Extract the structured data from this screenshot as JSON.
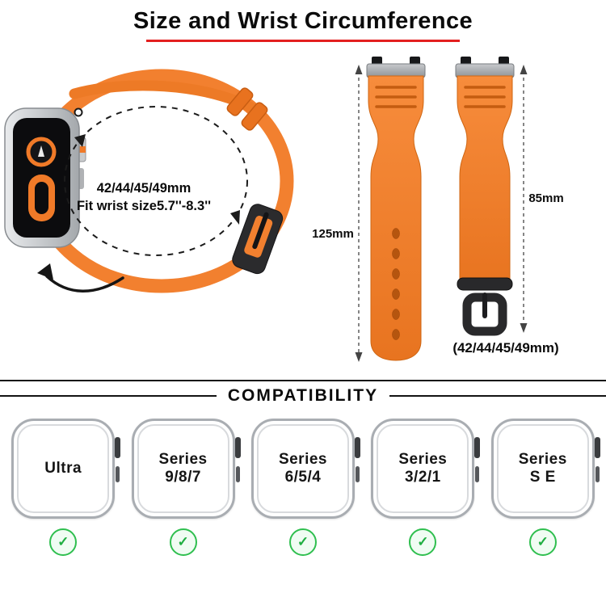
{
  "title": {
    "text": "Size and Wrist Circumference"
  },
  "size_diagram": {
    "wrist_line1": "42/44/45/49mm",
    "wrist_line2": "Fit wrist size5.7''-8.3''",
    "long_strap_length": "125mm",
    "short_strap_length": "85mm",
    "size_caption": "(42/44/45/49mm)"
  },
  "compatibility": {
    "heading": "COMPATIBILITY",
    "check_glyph": "✓",
    "models": [
      {
        "line1": "Ultra",
        "line2": ""
      },
      {
        "line1": "Series",
        "line2": "9/8/7"
      },
      {
        "line1": "Series",
        "line2": "6/5/4"
      },
      {
        "line1": "Series",
        "line2": "3/2/1"
      },
      {
        "line1": "Series",
        "line2": "S E"
      }
    ]
  },
  "colors": {
    "band_orange": "#F2802F",
    "title_underline_red": "#E31F1F",
    "check_green": "#2FBF4F",
    "buckle_black": "#2B2B2D"
  }
}
